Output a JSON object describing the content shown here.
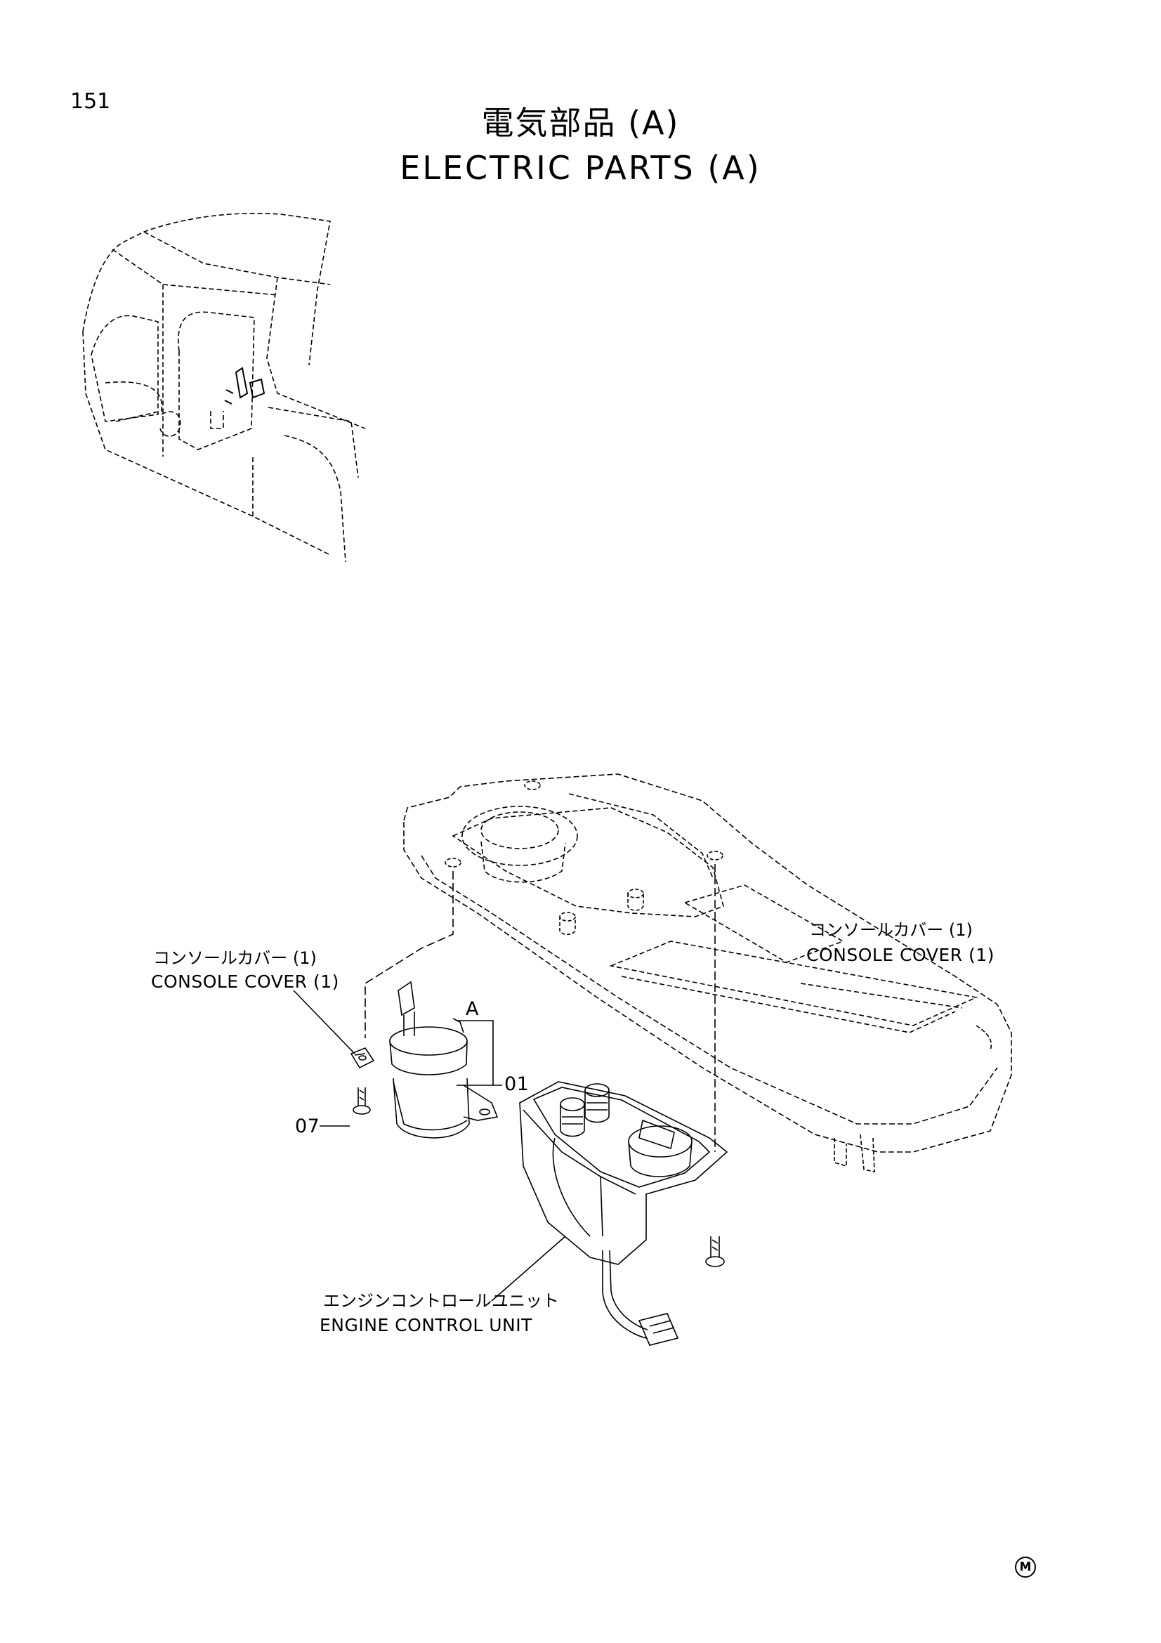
{
  "page_number": "151",
  "title_jp": "電気部品 (A)",
  "title_en": "ELECTRIC PARTS (A)",
  "labels": {
    "console_cover_right_jp": "コンソールカバー (1)",
    "console_cover_right_en": "CONSOLE COVER (1)",
    "console_cover_left_jp": "コンソールカバー (1)",
    "console_cover_left_en": "CONSOLE COVER (1)",
    "ref_a": "A",
    "ref_01": "01",
    "ref_07": "07",
    "ecu_jp": "エンジンコントロールユニット",
    "ecu_en": "ENGINE CONTROL UNIT"
  },
  "footer_mark": "M"
}
